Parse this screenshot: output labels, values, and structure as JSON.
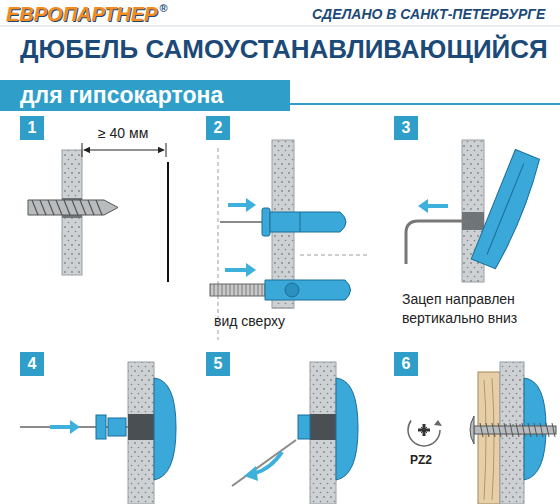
{
  "diagram": {
    "title": "ДЮБЕЛЬ САМОУСТАНАВЛИВАЮЩИЙСЯ",
    "nodes": [
      {
        "text": [
          "для гипсокартона"
        ]
      },
      {
        "text": [
          "1"
        ]
      },
      {
        "text": [
          "2"
        ]
      },
      {
        "text": [
          "3"
        ]
      },
      {
        "text": [
          "4"
        ]
      },
      {
        "text": [
          "5"
        ]
      },
      {
        "text": [
          "6"
        ]
      }
    ],
    "labels": [
      "ЕВРОПАРТНЕР",
      "®",
      "СДЕЛАНО В САНКТ-ПЕТЕРБУРГЕ",
      "≥ 40 мм",
      "вид сверху",
      "Зацеп направлен вертикально вниз",
      "PZ2"
    ]
  }
}
